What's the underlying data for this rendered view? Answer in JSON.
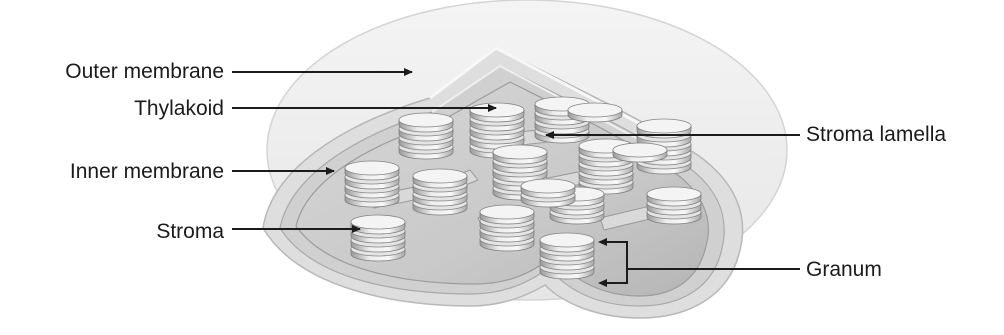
{
  "labels": {
    "outer_membrane": "Outer membrane",
    "thylakoid": "Thylakoid",
    "inner_membrane": "Inner membrane",
    "stroma": "Stroma",
    "stroma_lamella": "Stroma lamella",
    "granum": "Granum"
  },
  "colors": {
    "outer_envelope": "#ededed",
    "intermembrane": "#d8d8d8",
    "stroma_fill": "#c4c4c4",
    "disc_light": "#f2f2f2",
    "disc_dark": "#8a8a8a",
    "arrow": "#1b1b1b",
    "text": "#1b1b1b"
  },
  "grana_stacks": 16
}
